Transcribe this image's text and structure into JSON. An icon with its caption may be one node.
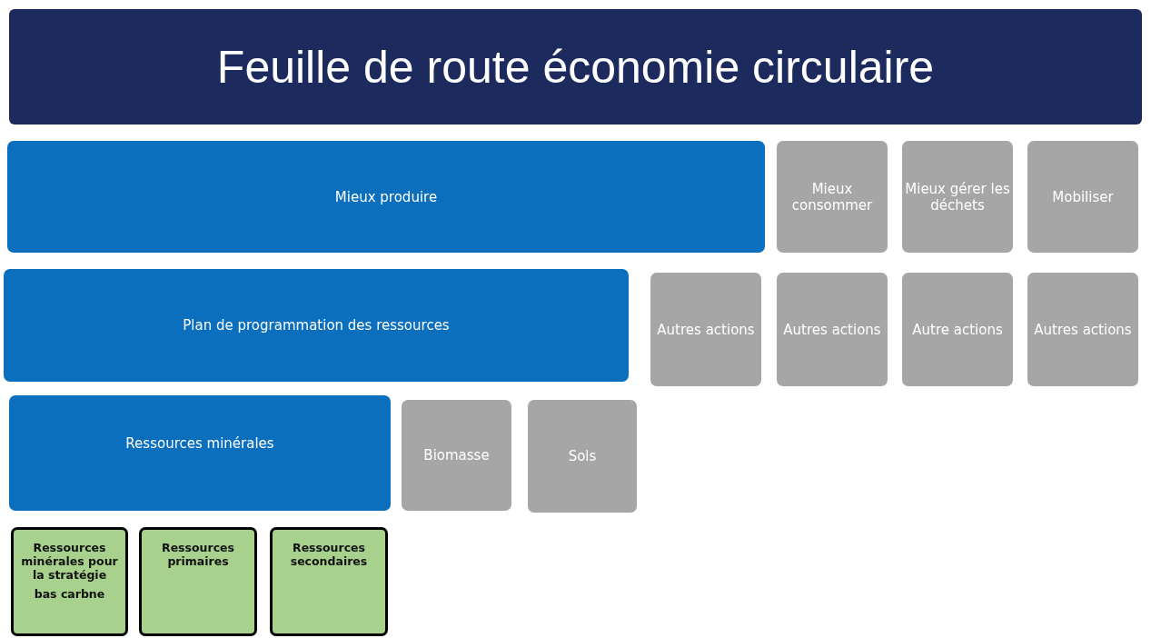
{
  "diagram": {
    "title": "Feuille de route économie circulaire",
    "nodes": [
      {
        "text": [
          "Mieux produire"
        ]
      },
      {
        "text": [
          "Mieux consommer"
        ]
      },
      {
        "text": [
          "Mieux gérer les déchets"
        ]
      },
      {
        "text": [
          "Mobiliser"
        ]
      },
      {
        "text": [
          "Plan de programmation des ressources"
        ]
      },
      {
        "text": [
          "Autres actions"
        ]
      },
      {
        "text": [
          "Autres actions"
        ]
      },
      {
        "text": [
          "Autre actions"
        ]
      },
      {
        "text": [
          "Autres actions"
        ]
      },
      {
        "text": [
          "Ressources minérales"
        ]
      },
      {
        "text": [
          "Biomasse"
        ]
      },
      {
        "text": [
          "Sols"
        ]
      },
      {
        "text": [
          "Ressources minérales pour la stratégie",
          "bas carbne"
        ]
      },
      {
        "text": [
          "Ressources primaires"
        ]
      },
      {
        "text": [
          "Ressources secondaires"
        ]
      }
    ]
  }
}
